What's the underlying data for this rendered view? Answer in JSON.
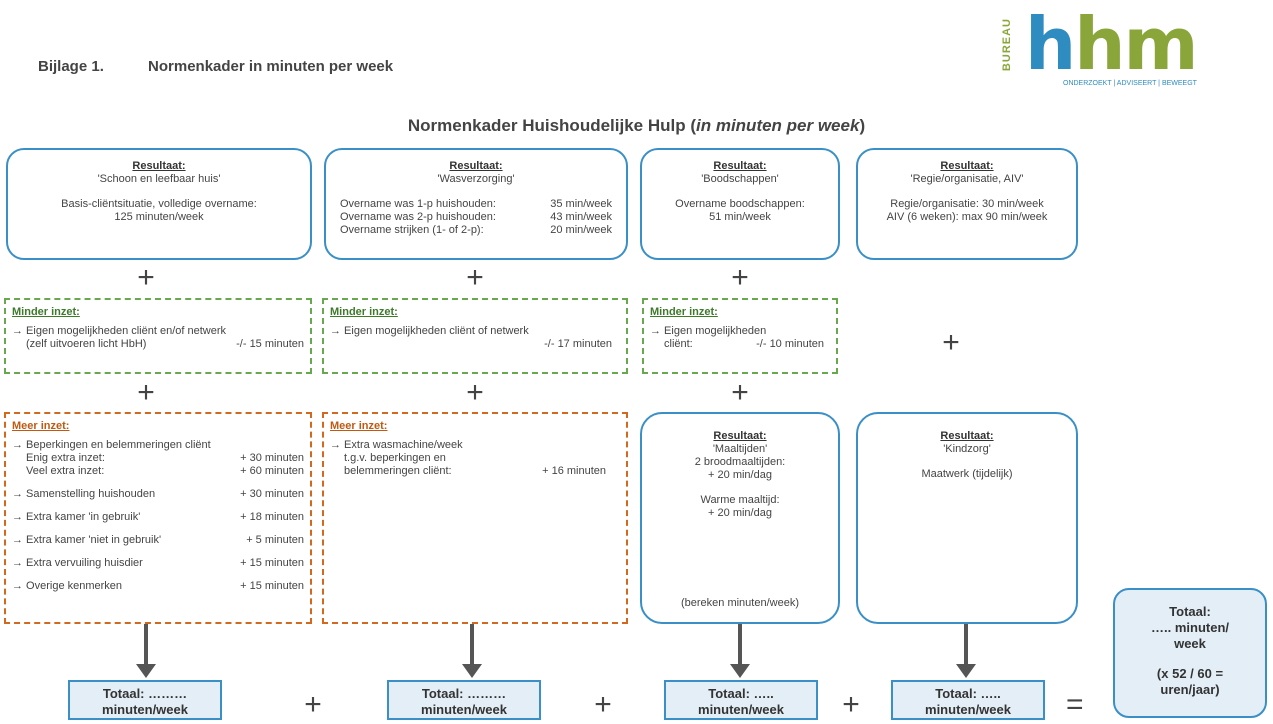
{
  "header": {
    "annex": "Bijlage 1.",
    "title": "Normenkader in minuten per week"
  },
  "logo": {
    "bureau": "BUREAU",
    "name_h": "h",
    "name_rest": "hm",
    "tagline": "ONDERZOEKT | ADVISEERT | BEWEEGT"
  },
  "diagram_title": {
    "main": "Normenkader Huishoudelijke Hulp (",
    "italic": "in minuten per week",
    "end": ")"
  },
  "col1": {
    "result": {
      "title": "Resultaat:",
      "name": "'Schoon en leefbaar huis'",
      "line1": "Basis-cliëntsituatie, volledige overname:",
      "line2": "125 minuten/week"
    },
    "minder": {
      "title": "Minder inzet:",
      "line1": "→ Eigen mogelijkheden cliënt en/of netwerk",
      "line2": "(zelf uitvoeren licht HbH)",
      "value": "-/- 15 minuten"
    },
    "meer": {
      "title": "Meer inzet:",
      "intro": "→ Beperkingen en belemmeringen cliënt",
      "sub": [
        {
          "label": "Enig extra inzet:",
          "value": "+    30  minuten"
        },
        {
          "label": "Veel extra inzet:",
          "value": "+    60 minuten"
        }
      ],
      "items": [
        {
          "label": "→ Samenstelling huishouden",
          "value": "+    30  minuten"
        },
        {
          "label": "→ Extra kamer 'in gebruik'",
          "value": "+    18  minuten"
        },
        {
          "label": "→ Extra kamer 'niet in gebruik'",
          "value": "+     5  minuten"
        },
        {
          "label": "→ Extra vervuiling huisdier",
          "value": "+    15  minuten"
        },
        {
          "label": "→ Overige kenmerken",
          "value": "+    15  minuten"
        }
      ]
    },
    "total": {
      "line1": "Totaal:  ………",
      "line2": "minuten/week"
    }
  },
  "col2": {
    "result": {
      "title": "Resultaat:",
      "name": "'Wasverzorging'",
      "rows": [
        {
          "label": "Overname was 1-p huishouden:",
          "value": "35 min/week"
        },
        {
          "label": "Overname was 2-p huishouden:",
          "value": "43 min/week"
        },
        {
          "label": "Overname strijken (1- of 2-p):",
          "value": "20 min/week"
        }
      ]
    },
    "minder": {
      "title": "Minder inzet:",
      "line1": "→ Eigen mogelijkheden cliënt of netwerk",
      "value": "-/- 17 minuten"
    },
    "meer": {
      "title": "Meer inzet:",
      "line1": "→ Extra wasmachine/week",
      "line2": "t.g.v. beperkingen en",
      "line3": "belemmeringen cliënt:",
      "value": "+ 16 minuten"
    },
    "total": {
      "line1": "Totaal:  ………",
      "line2": "minuten/week"
    }
  },
  "col3": {
    "result": {
      "title": "Resultaat:",
      "name": "'Boodschappen'",
      "line1": "Overname boodschappen:",
      "line2": "51 min/week"
    },
    "minder": {
      "title": "Minder inzet:",
      "line1": "→ Eigen mogelijkheden",
      "line2": "cliënt:",
      "value": "-/- 10 minuten"
    },
    "meals": {
      "title": "Resultaat:",
      "name": "'Maaltijden'",
      "line1": "2 broodmaaltijden:",
      "line2": "+ 20 min/dag",
      "line3": "Warme maaltijd:",
      "line4": "+ 20 min/dag",
      "footer": "(bereken minuten/week)"
    },
    "total": {
      "line1": "Totaal:  …..",
      "line2": "minuten/week"
    }
  },
  "col4": {
    "result": {
      "title": "Resultaat:",
      "name": "'Regie/organisatie, AIV'",
      "line1": "Regie/organisatie:   30 min/week",
      "line2": "AIV (6 weken): max 90 min/week"
    },
    "kind": {
      "title": "Resultaat:",
      "name": "'Kindzorg'",
      "line1": "Maatwerk (tijdelijk)"
    },
    "total": {
      "line1": "Totaal:  …..",
      "line2": "minuten/week"
    }
  },
  "grand_total": {
    "line1": "Totaal:",
    "line2": "….. minuten/",
    "line3": "week",
    "line4": "(x 52 / 60 =",
    "line5": "uren/jaar)"
  },
  "symbols": {
    "plus": "+",
    "equals": "="
  }
}
